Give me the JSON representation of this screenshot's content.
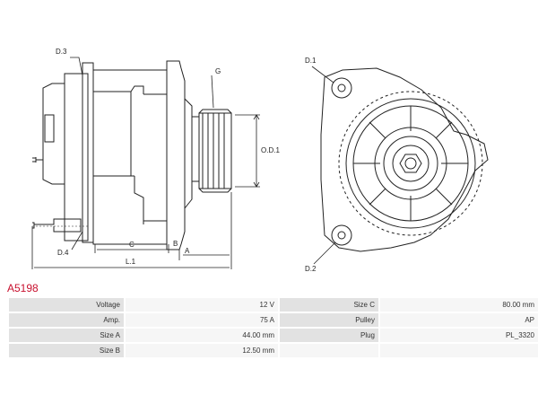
{
  "drawing": {
    "labels": {
      "d3": "D.3",
      "d4": "D.4",
      "g": "G",
      "od1": "O.D.1",
      "c": "C",
      "b": "B",
      "a": "A",
      "l1": "L.1",
      "d1": "D.1",
      "d2": "D.2"
    }
  },
  "part": {
    "number": "A5198"
  },
  "specs": {
    "rows": [
      {
        "left_label": "Voltage",
        "left_value": "12 V",
        "right_label": "Size C",
        "right_value": "80.00 mm"
      },
      {
        "left_label": "Amp.",
        "left_value": "75 A",
        "right_label": "Pulley",
        "right_value": "AP"
      },
      {
        "left_label": "Size A",
        "left_value": "44.00 mm",
        "right_label": "Plug",
        "right_value": "PL_3320"
      },
      {
        "left_label": "Size B",
        "left_value": "12.50 mm",
        "right_label": "",
        "right_value": ""
      }
    ]
  },
  "colors": {
    "part_number": "#c8102e",
    "label_cell": "#e2e2e2",
    "value_cell": "#f6f6f6"
  }
}
